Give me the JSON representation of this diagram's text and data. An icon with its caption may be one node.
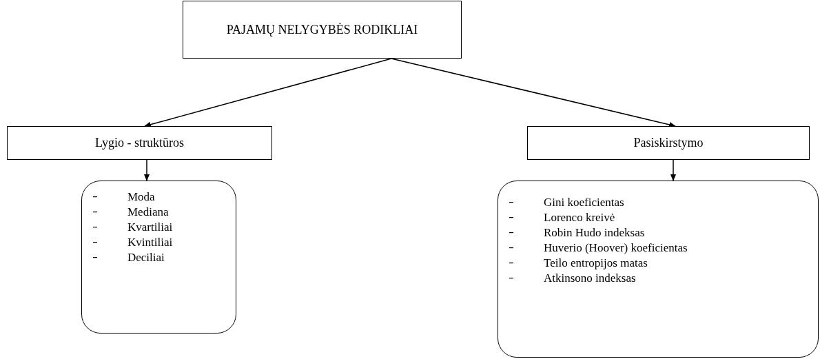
{
  "diagram": {
    "nodes": [
      {
        "text": [
          "PAJAMŲ NELYGYBĖS RODIKLIAI"
        ]
      },
      {
        "text": [
          "Lygio - struktūros"
        ]
      },
      {
        "text": [
          "Pasiskirstymo"
        ]
      },
      {
        "text": [
          "Moda",
          "Mediana",
          "Kvartiliai",
          "Kvintiliai",
          "Deciliai"
        ]
      },
      {
        "text": [
          "Gini koeficientas",
          "Lorenco kreivė",
          "Robin Hudo indeksas",
          "Huverio (Hoover) koeficientas",
          "Teilo entropijos matas",
          "Atkinsono indeksas"
        ]
      }
    ],
    "edges": [
      {
        "from": 0,
        "to": 1,
        "arrow": "to"
      },
      {
        "from": 0,
        "to": 2,
        "arrow": "to"
      },
      {
        "from": 1,
        "to": 3,
        "arrow": "to"
      },
      {
        "from": 2,
        "to": 4,
        "arrow": "to"
      }
    ]
  }
}
